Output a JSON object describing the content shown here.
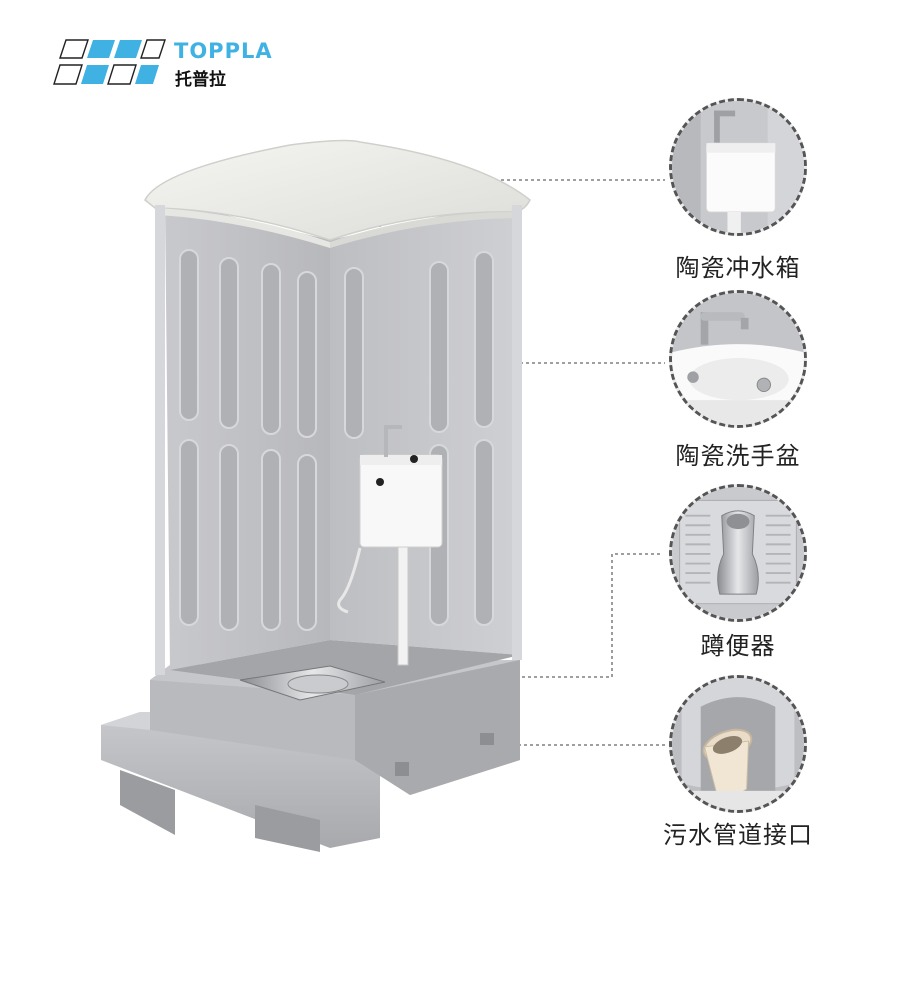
{
  "brand": {
    "name_en": "TOPPLA",
    "name_cn": "托普拉",
    "accent_color": "#3fb2e3"
  },
  "features": [
    {
      "label": "陶瓷冲水箱",
      "icon": "ceramic-cistern-icon"
    },
    {
      "label": "陶瓷洗手盆",
      "icon": "ceramic-basin-icon"
    },
    {
      "label": "蹲便器",
      "icon": "squat-toilet-icon"
    },
    {
      "label": "污水管道接口",
      "icon": "sewage-pipe-icon"
    }
  ],
  "product": {
    "image": "portable-toilet-cabin"
  }
}
